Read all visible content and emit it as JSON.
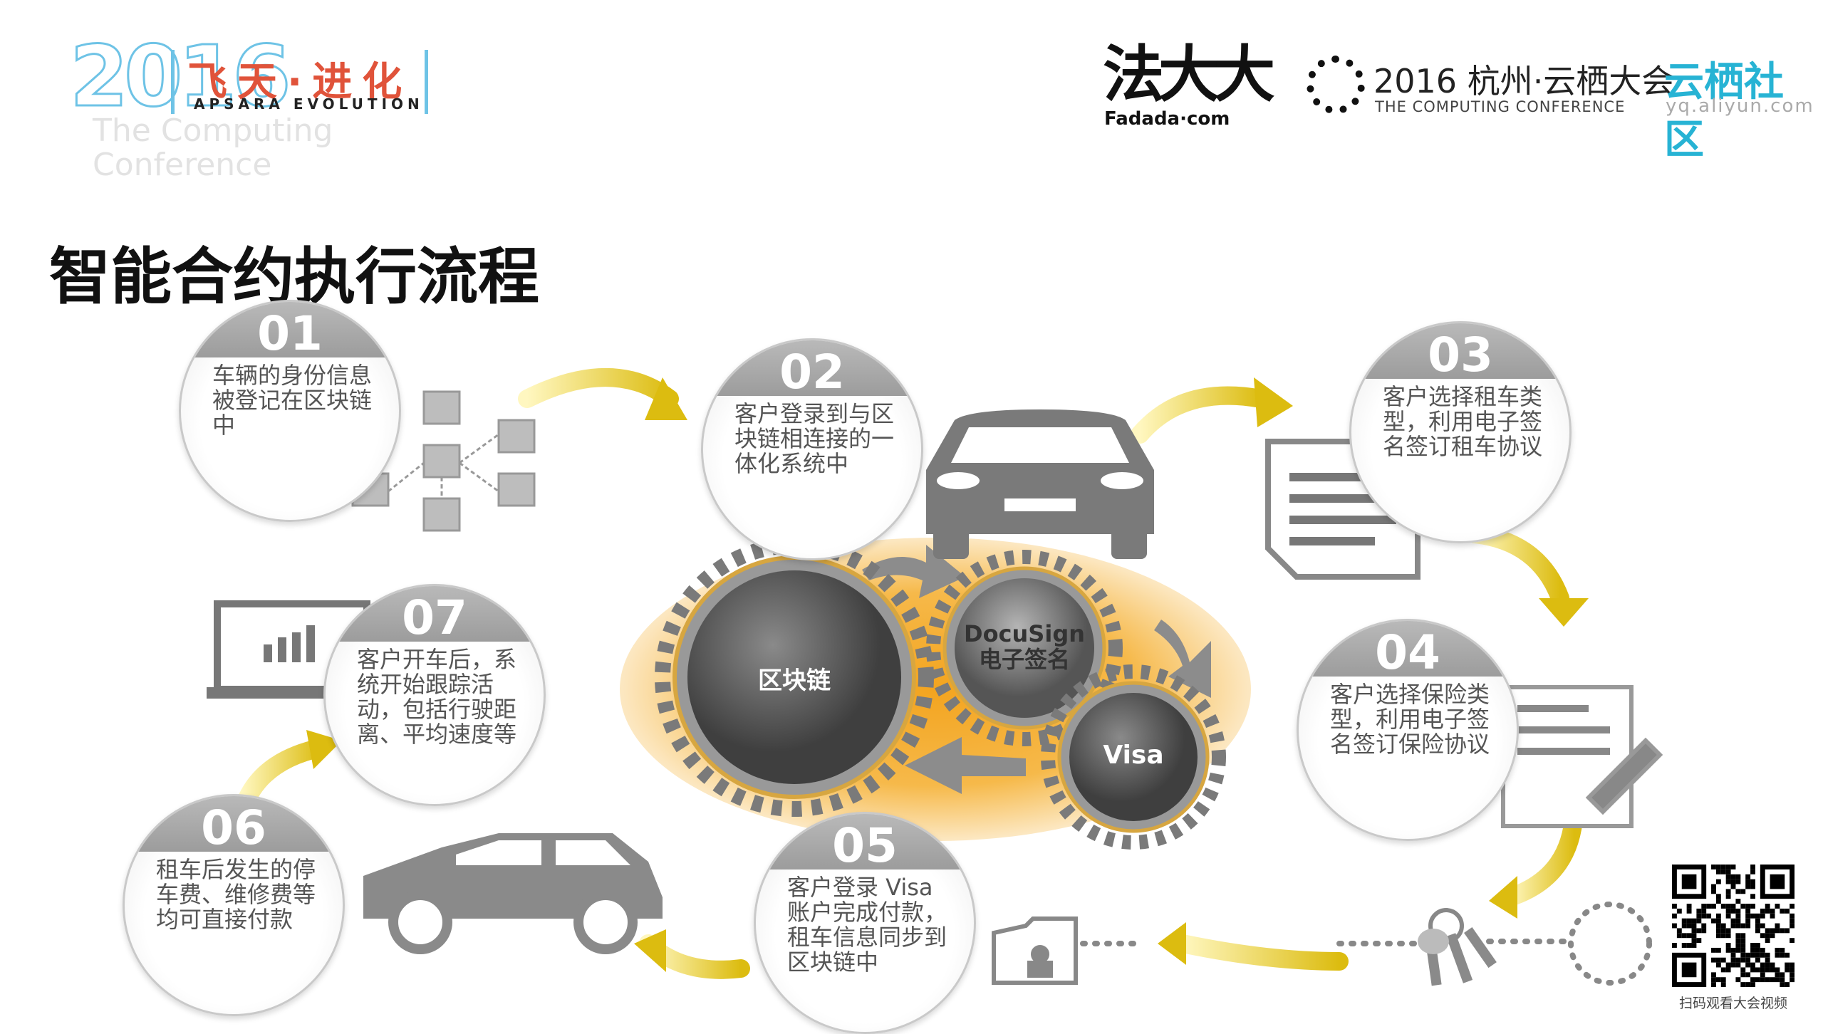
{
  "header": {
    "conference_logo": {
      "year": "2016",
      "subtitle_line1": "The Computing",
      "subtitle_line2": "Conference",
      "cn": "飞天·进化",
      "en": "APSARA EVOLUTION"
    },
    "fadada_logo": {
      "cn": "法大大",
      "en": "Fadada·com"
    },
    "computing_conference_logo": {
      "title": "2016 杭州·云栖大会",
      "en": "THE COMPUTING CONFERENCE"
    },
    "yunqi_logo": {
      "title": "云栖社区",
      "url": "yq.aliyun.com"
    }
  },
  "title": "智能合约执行流程",
  "steps": [
    {
      "num": "01",
      "text": "车辆的身份信息被登记在区块链中"
    },
    {
      "num": "02",
      "text": "客户登录到与区块链相连接的一体化系统中"
    },
    {
      "num": "03",
      "text": "客户选择租车类型，利用电子签名签订租车协议"
    },
    {
      "num": "04",
      "text": "客户选择保险类型，利用电子签名签订保险协议"
    },
    {
      "num": "05",
      "text": "客户登录 Visa账户完成付款，租车信息同步到区块链中"
    },
    {
      "num": "06",
      "text": "租车后发生的停车费、维修费等均可直接付款"
    },
    {
      "num": "07",
      "text": "客户开车后，系统开始跟踪活动，包括行驶距离、平均速度等"
    }
  ],
  "gears": {
    "blockchain": "区块链",
    "docusign_line1": "DocuSign",
    "docusign_line2": "电子签名",
    "visa": "Visa"
  },
  "qr": {
    "caption": "扫码观看大会视频"
  },
  "colors": {
    "arrow": "#e8c81a",
    "glow": "#f3a41f",
    "gear": "#6a6a6a",
    "yunqi": "#27b3d4"
  }
}
